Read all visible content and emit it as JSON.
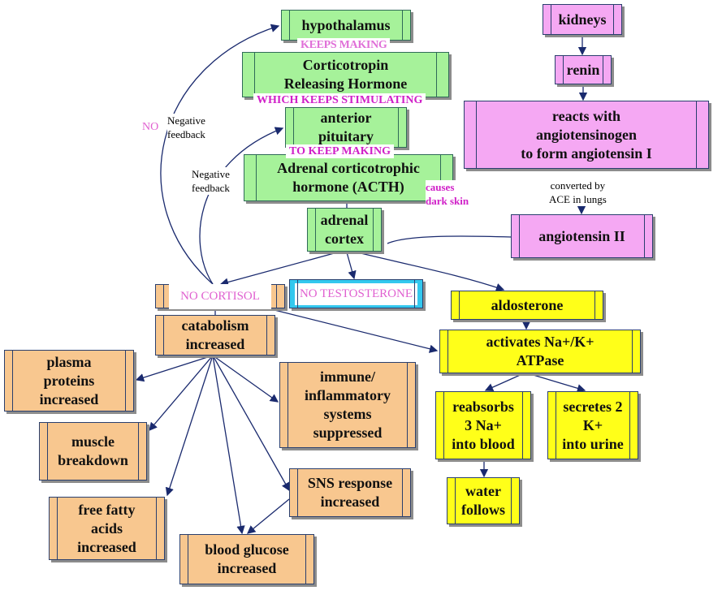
{
  "colors": {
    "hpa_nodes": "#a6f29a",
    "raas_nodes": "#f5a8f3",
    "aldosterone_nodes": "#ffff19",
    "cortisol_nodes": "#f8c78f",
    "testosterone_node": "#33c8ee",
    "annotation_text": "#e060d0",
    "arrow": "#1a2a6e"
  },
  "nodes": {
    "hypothalamus": "hypothalamus",
    "crh": "Corticotropin\nReleasing Hormone",
    "anterior_pituitary": "anterior\npituitary",
    "acth": "Adrenal corticotrophic\nhormone (ACTH)",
    "adrenal_cortex": "adrenal\ncortex",
    "kidneys": "kidneys",
    "renin": "renin",
    "angiotensin_i": "reacts with\nangiotensinogen\nto form angiotensin I",
    "angiotensin_ii": "angiotensin II",
    "no_cortisol": "NO CORTISOL",
    "no_testosterone": "NO TESTOSTERONE",
    "aldosterone": "aldosterone",
    "atpase": "activates Na+/K+\nATPase",
    "reabsorbs": "reabsorbs\n3 Na+\ninto blood",
    "secretes": "secretes 2\nK+\ninto urine",
    "water": "water\nfollows",
    "catabolism": "catabolism\nincreased",
    "plasma": "plasma\nproteins\nincreased",
    "muscle": "muscle\nbreakdown",
    "ffa": "free fatty\nacids\nincreased",
    "glucose": "blood glucose\nincreased",
    "sns": "SNS response\nincreased",
    "immune": "immune/\ninflammatory\nsystems\nsuppressed"
  },
  "labels": {
    "keeps_making": "KEEPS MAKING",
    "which_keeps_stimulating": "WHICH KEEPS STIMULATING",
    "to_keep_making": "TO KEEP MAKING",
    "causes_dark_skin": "causes\ndark skin",
    "no": "NO",
    "negative_feedback_1": "Negative\nfeedback",
    "negative_feedback_2": "Negative\nfeedback",
    "converted_by_ace": "converted by\nACE in lungs"
  }
}
